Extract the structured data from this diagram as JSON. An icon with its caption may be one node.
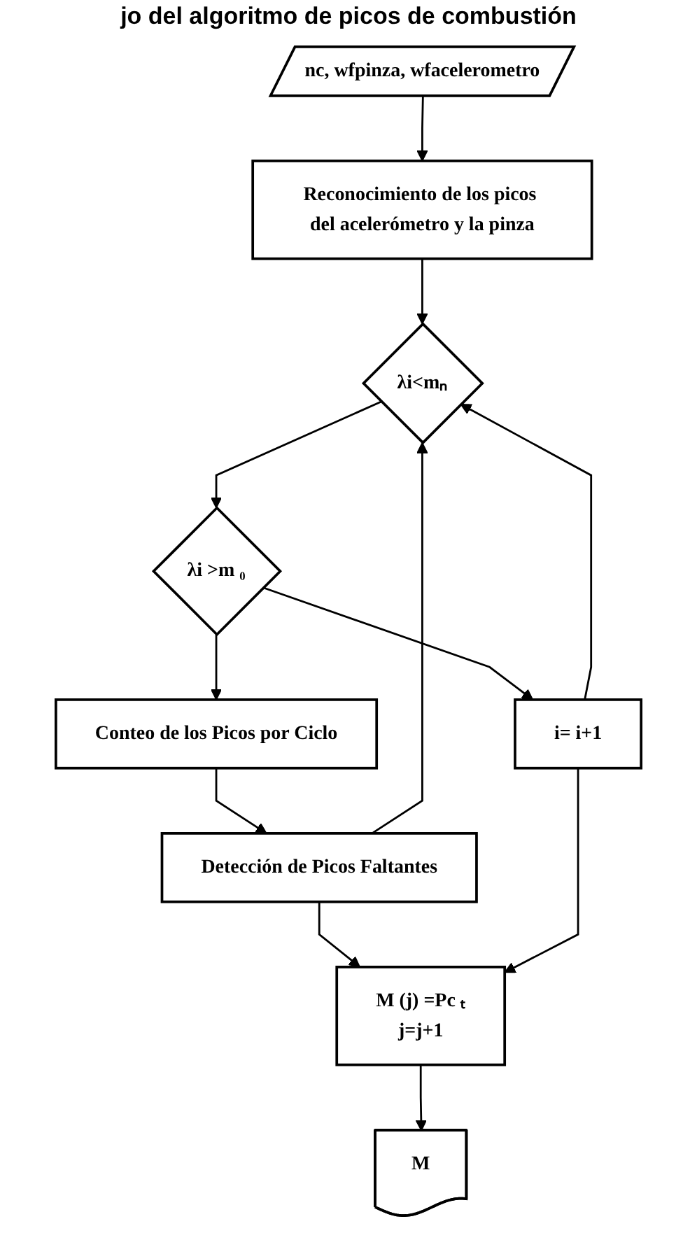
{
  "diagram": {
    "title": "jo del algoritmo de picos de combustión",
    "nodes": [
      {
        "text": [
          "nc, wfpinza, wfacelerometro"
        ]
      },
      {
        "text": [
          "Reconocimiento de los picos del acelerómetro y la pinza"
        ]
      },
      {
        "text": [
          "λi<mₙ"
        ]
      },
      {
        "text": [
          "λi >m ₀"
        ]
      },
      {
        "text": [
          "Conteo de los Picos por Ciclo"
        ]
      },
      {
        "text": [
          "i= i+1"
        ]
      },
      {
        "text": [
          "Detección de Picos Faltantes"
        ]
      },
      {
        "text": [
          "M (j) =Pc ₜ",
          "j=j+1"
        ]
      },
      {
        "text": [
          "M"
        ]
      }
    ],
    "edges": [
      {
        "from": 0,
        "to": 1,
        "arrow": "to"
      },
      {
        "from": 1,
        "to": 2,
        "arrow": "to"
      },
      {
        "from": 2,
        "to": 3,
        "arrow": "to"
      },
      {
        "from": 3,
        "to": 4,
        "arrow": "to"
      },
      {
        "from": 3,
        "to": 5,
        "arrow": "to"
      },
      {
        "from": 4,
        "to": 6,
        "arrow": "to"
      },
      {
        "from": 6,
        "to": 7,
        "arrow": "to"
      },
      {
        "from": 6,
        "to": 2,
        "arrow": "to"
      },
      {
        "from": 5,
        "to": 7,
        "arrow": "to"
      },
      {
        "from": 5,
        "to": 2,
        "arrow": "to"
      },
      {
        "from": 7,
        "to": 8,
        "arrow": "to"
      }
    ]
  }
}
